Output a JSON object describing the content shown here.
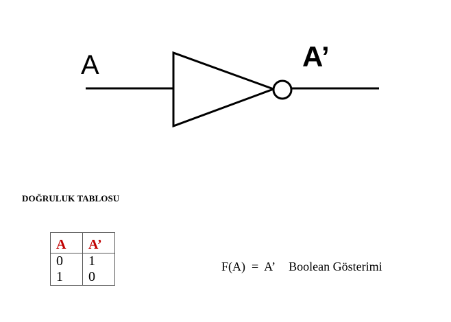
{
  "gate": {
    "input_label": "A",
    "output_label": "A’"
  },
  "truth_table": {
    "title": "DOĞRULUK TABLOSU",
    "headers": [
      "A",
      "A’"
    ],
    "rows": [
      [
        "0",
        "1"
      ],
      [
        "1",
        "0"
      ]
    ],
    "header_color": "#c00000"
  },
  "expression": {
    "lhs": "F(A)",
    "eq": "=",
    "rhs": "A’",
    "note": "Boolean Gösterimi"
  }
}
